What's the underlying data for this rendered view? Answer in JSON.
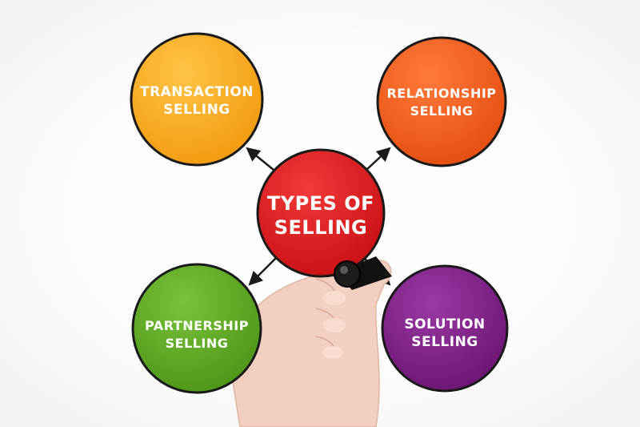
{
  "diagram": {
    "center": {
      "line1": "TYPES OF",
      "line2": "SELLING",
      "color": "#d81b1b"
    },
    "nodes": [
      {
        "id": "transaction",
        "line1": "TRANSACTION",
        "line2": "SELLING",
        "color": "#f7a21b"
      },
      {
        "id": "relationship",
        "line1": "RELATIONSHIP",
        "line2": "SELLING",
        "color": "#ef5a16"
      },
      {
        "id": "partnership",
        "line1": "PARTNERSHIP",
        "line2": "SELLING",
        "color": "#5aa51f"
      },
      {
        "id": "solution",
        "line1": "SOLUTION",
        "line2": "SELLING",
        "color": "#7d1f86"
      }
    ],
    "stroke_color": "#1a1a1a"
  }
}
